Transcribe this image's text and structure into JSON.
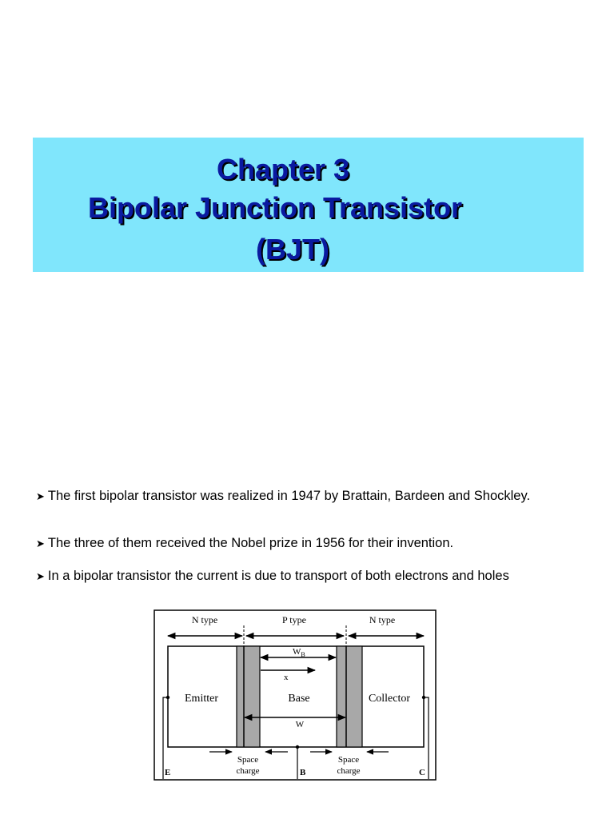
{
  "title": {
    "line1": "Chapter 3",
    "line2": "Bipolar Junction Transistor",
    "line3": "(BJT)"
  },
  "bullets": [
    "The first bipolar transistor was realized in 1947 by Brattain, Bardeen and Shockley.",
    "The three of them received the Nobel prize in 1956 for their invention.",
    "In a bipolar transistor the current is due to transport of both electrons and holes"
  ],
  "diagram": {
    "regions": [
      "N type",
      "P type",
      "N type"
    ],
    "labels": {
      "emitter": "Emitter",
      "base": "Base",
      "collector": "Collector",
      "wb": "W",
      "wb_sub": "B",
      "x": "x",
      "w": "W",
      "space1_line1": "Space",
      "space1_line2": "charge",
      "space2_line1": "Space",
      "space2_line2": "charge",
      "terminal_e": "E",
      "terminal_b": "B",
      "terminal_c": "C"
    },
    "colors": {
      "depletion_fill": "#a8a8a8",
      "title_bg": "#80e6fc",
      "title_text": "#0a1aa0"
    }
  }
}
